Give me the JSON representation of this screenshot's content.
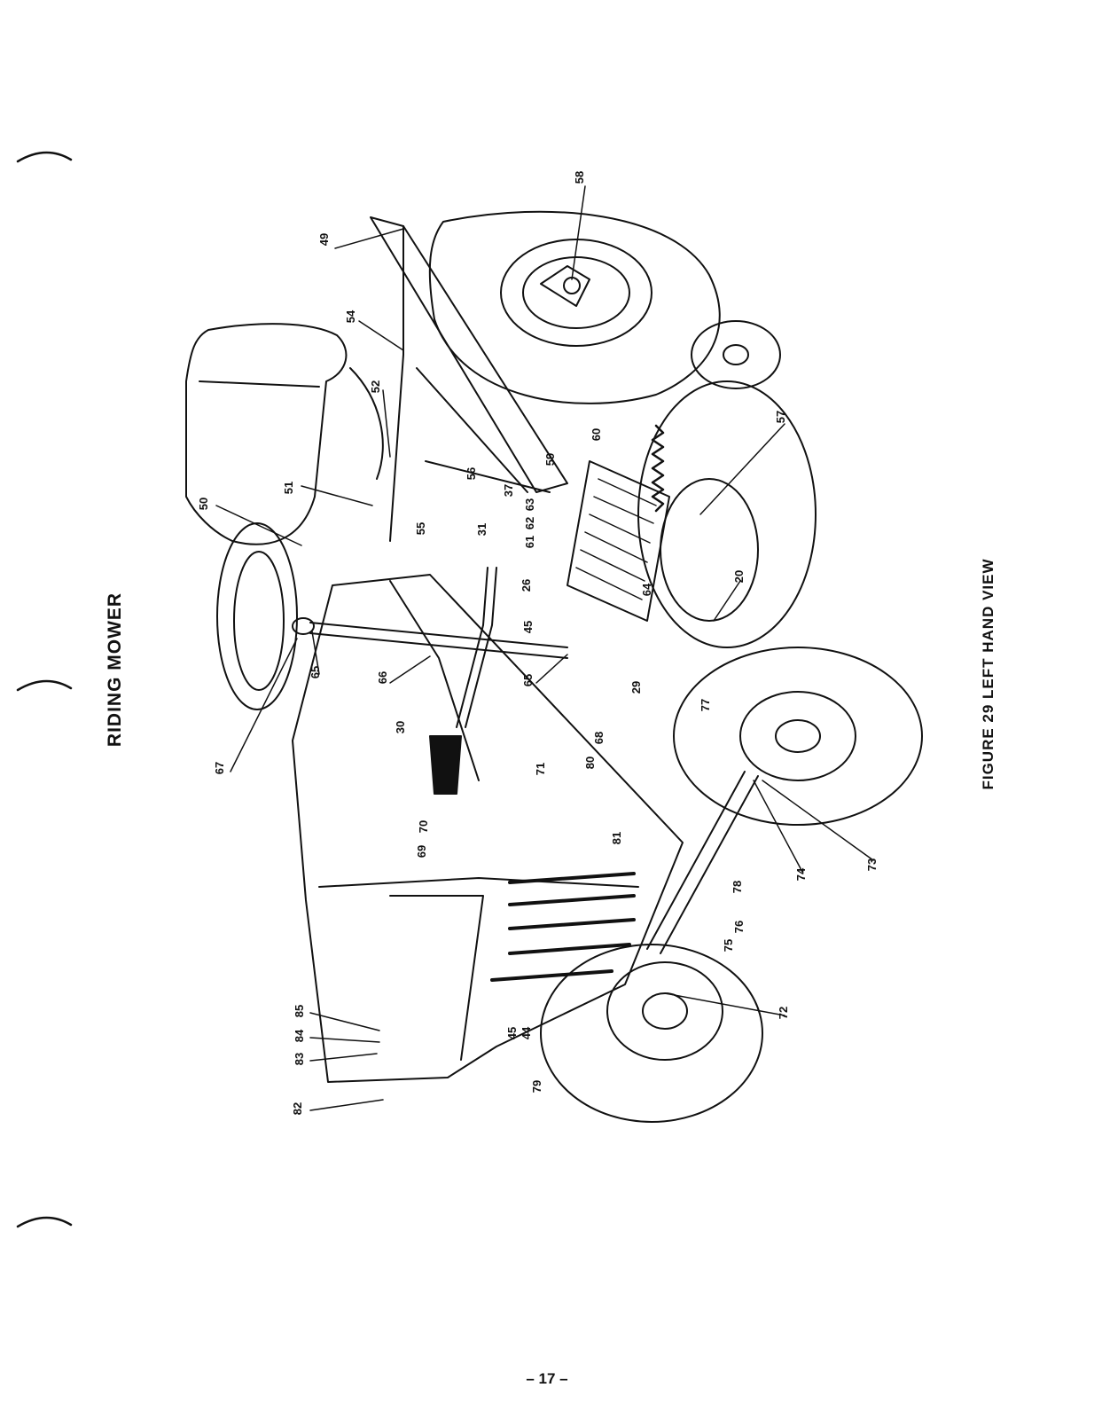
{
  "title": "RIDING MOWER",
  "caption": "FIGURE 29   LEFT HAND VIEW",
  "page_number": "– 17 –",
  "part_numbers": [
    "20",
    "26",
    "29",
    "30",
    "31",
    "37",
    "44",
    "45",
    "45",
    "49",
    "50",
    "51",
    "52",
    "54",
    "55",
    "56",
    "57",
    "58",
    "59",
    "60",
    "61",
    "62",
    "63",
    "64",
    "65",
    "65",
    "66",
    "67",
    "68",
    "69",
    "70",
    "71",
    "72",
    "73",
    "74",
    "75",
    "76",
    "77",
    "78",
    "79",
    "80",
    "81",
    "82",
    "83",
    "84",
    "85"
  ]
}
